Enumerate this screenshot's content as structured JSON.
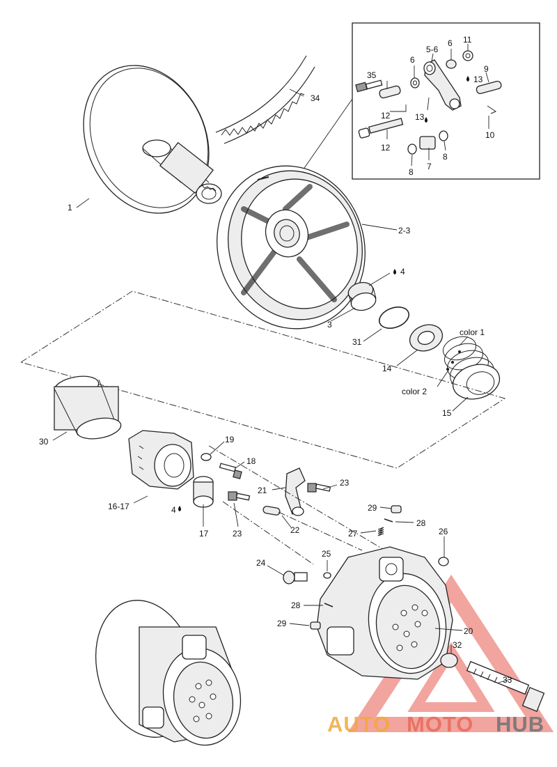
{
  "diagram": {
    "labels": {
      "p1": "1",
      "p2_3": "2-3",
      "p3": "3",
      "p4a": "4",
      "p4b": "4",
      "p5_6": "5-6",
      "p6a": "6",
      "p6b": "6",
      "p7": "7",
      "p8a": "8",
      "p8b": "8",
      "p9": "9",
      "p10": "10",
      "p11": "11",
      "p12a": "12",
      "p12b": "12",
      "p13a": "13",
      "p13b": "13",
      "p14": "14",
      "p15": "15",
      "p16_17": "16-17",
      "p17": "17",
      "p18": "18",
      "p19": "19",
      "p20": "20",
      "p21": "21",
      "p22": "22",
      "p23a": "23",
      "p23b": "23",
      "p24": "24",
      "p25": "25",
      "p26": "26",
      "p27": "27",
      "p28a": "28",
      "p28b": "28",
      "p29a": "29",
      "p29b": "29",
      "p30": "30",
      "p31": "31",
      "p32": "32",
      "p33": "33",
      "p34": "34",
      "p35": "35",
      "color1": "color 1",
      "color2": "color 2"
    },
    "watermark": {
      "part1": "AUTO",
      "part2": "MOTO",
      "part3": "HUB"
    }
  }
}
